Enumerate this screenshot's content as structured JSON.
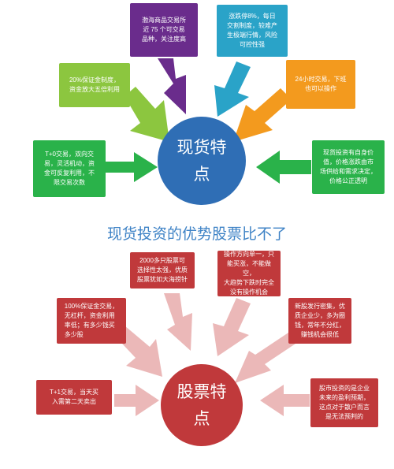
{
  "colors": {
    "purple": "#6a2c8c",
    "cyan": "#2aa3c8",
    "lime": "#8cc63f",
    "orange": "#f39a1e",
    "green": "#2ab24a",
    "blue_circle": "#2f6eb5",
    "red_circle": "#c0393b",
    "pink_box": "#c0393b",
    "pink_arrow": "#ebb8b8",
    "headline": "#3f83c6"
  },
  "spot": {
    "center_label": "现货特\n点",
    "box_purple": "渤海商品交易所\n近 75 个可交易\n品种，关注度高",
    "box_cyan": "涨跌停8%，每日\n交割制度，较难产\n生极端行情，风险\n可控性强",
    "box_lime": "20%保证金制度，\n资金放大五倍利用",
    "box_orange": "24小时交易，下班\n也可以操作",
    "box_green": "T+0交易，双向交\n易，灵活机动，资\n金可反复利用，不\n限交易次数",
    "box_right": "现货投资有自身价\n值，价格涨跌由市\n场供给和需求决定，\n价格公正透明"
  },
  "headline": "现货投资的优势股票比不了",
  "stock": {
    "center_label": "股票特\n点",
    "box_top_left": "2000多只股票可\n选择性太强，优质\n股票犹如大海捞针",
    "box_top_right": "操作方向单一，只\n能买涨，不能做空，\n大趋势下跌时完全\n没有操作机会",
    "box_mid_left": "100%保证金交易，\n无杠杆，资金利用\n率低；有多少钱买\n多少股",
    "box_mid_right": "新股发行密集，优\n质企业少，多为圈\n钱，常年不分红，\n赚钱机会很低",
    "box_bottom_left": "T+1交易，当天买\n入需第二天卖出",
    "box_bottom_right": "股市投资的是企业\n未来的盈利预期，\n这点对于散户而言\n是无法预判的"
  }
}
